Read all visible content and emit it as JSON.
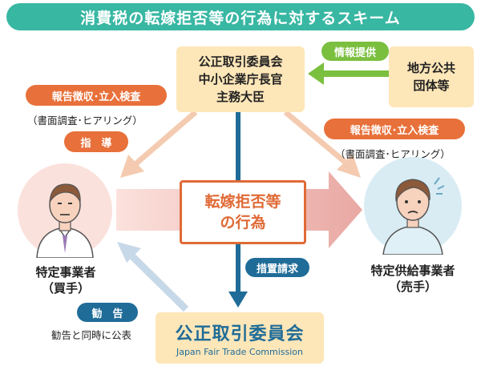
{
  "title": "消費税の転嫁拒否等の行為に対するスキーム",
  "authority": {
    "lines": [
      "公正取引委員会",
      "中小企業庁長官",
      "主務大臣"
    ]
  },
  "local_gov": {
    "lines": [
      "地方公共",
      "団体等"
    ]
  },
  "info_provision": "情報提供",
  "left_actions": {
    "report": "報告徴収･立入検査",
    "note": "（書面調査･ヒアリング）",
    "guidance": "指　導"
  },
  "right_actions": {
    "report": "報告徴収･立入検査",
    "note": "（書面調査･ヒアリング）"
  },
  "center": {
    "line1": "転嫁拒否等",
    "line2": "の行為"
  },
  "buyer": {
    "line1": "特定事業者",
    "line2": "（買手）"
  },
  "seller": {
    "line1": "特定供給事業者",
    "line2": "（売手）"
  },
  "request": "措置請求",
  "recommendation": {
    "label": "勧　告",
    "note": "勧告と同時に公表"
  },
  "jftc": {
    "name": "公正取引委員会",
    "english": "Japan Fair Trade Commission"
  },
  "colors": {
    "teal": "#38b7a3",
    "orange": "#e8703a",
    "green": "#7bbf3f",
    "blue": "#1f6c98",
    "cream": "#fde6b8"
  }
}
